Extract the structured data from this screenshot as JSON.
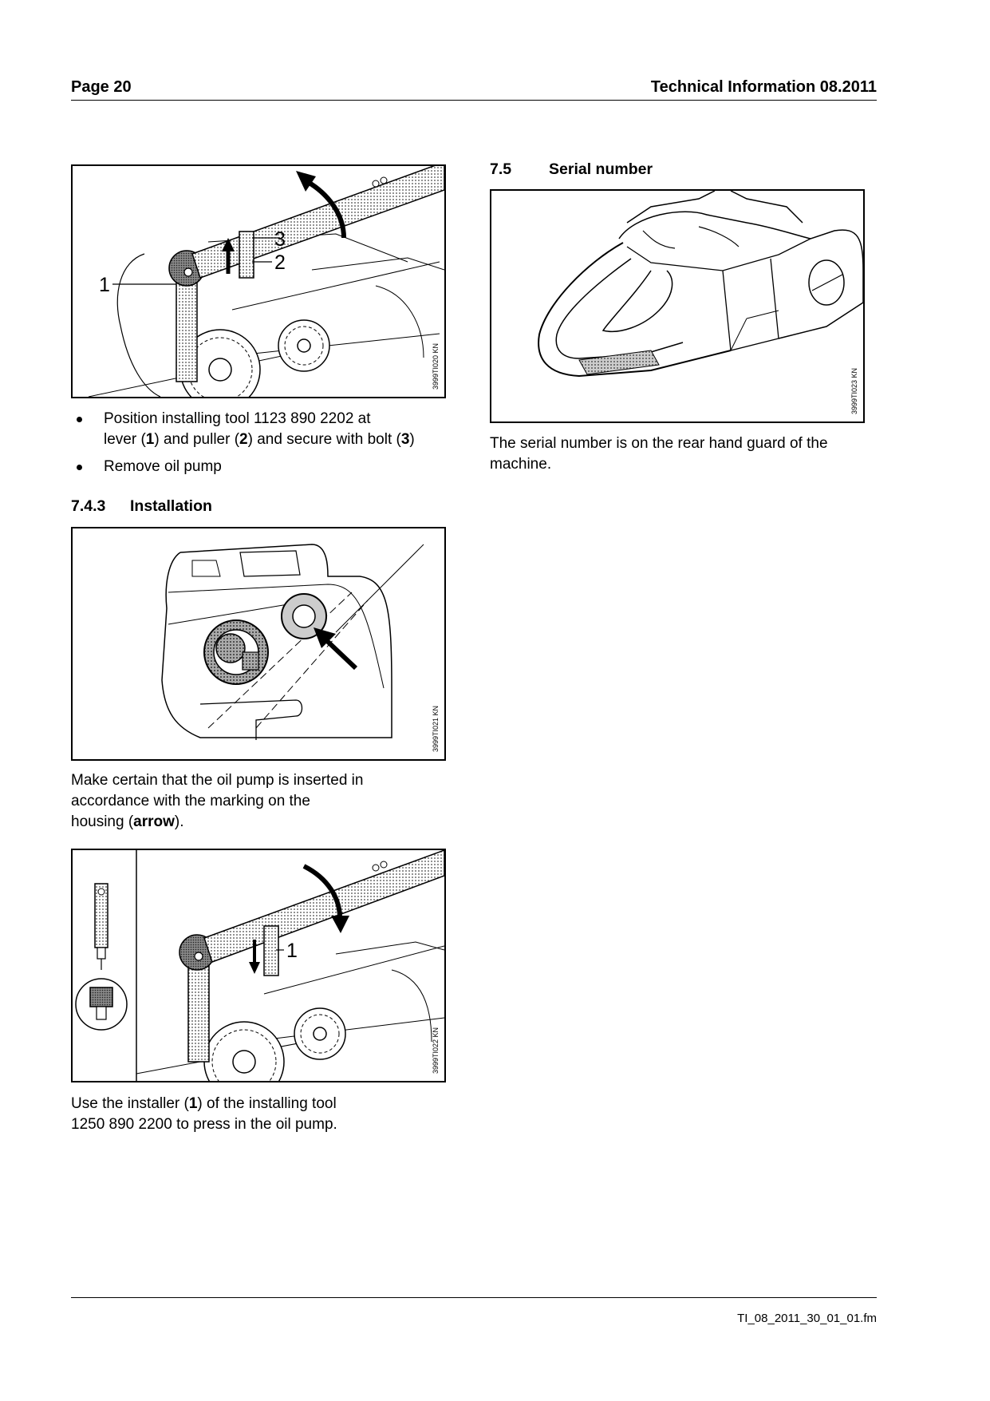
{
  "header": {
    "page": "Page 20",
    "title": "Technical Information  08.2011"
  },
  "fig1": {
    "code": "3999TI020 KN",
    "callouts": [
      "1",
      "2",
      "3"
    ]
  },
  "bullets": [
    {
      "parts": [
        "Position installing tool 1123 890 2202 at",
        "lever (",
        "1",
        ") and puller (",
        "2",
        ") and secure with bolt (",
        "3",
        ")"
      ]
    },
    {
      "parts": [
        "Remove oil pump"
      ]
    }
  ],
  "section_743": {
    "num": "7.4.3",
    "title": "Installation"
  },
  "fig2": {
    "code": "3999TI021 KN"
  },
  "para2": {
    "line1": "Make certain that the oil pump is inserted in",
    "line2": "accordance with the marking on the",
    "line3a": "housing (",
    "line3b": "arrow",
    "line3c": ")."
  },
  "fig3": {
    "code": "3999TI022 KN",
    "callout": "1"
  },
  "para3": {
    "line1a": "Use the installer (",
    "line1b": "1",
    "line1c": ") of the installing tool",
    "line2": "1250 890 2200 to press in the oil pump."
  },
  "section_75": {
    "num": "7.5",
    "title": "Serial number"
  },
  "fig4": {
    "code": "3999TI023 KN"
  },
  "para4": {
    "line1": "The serial number is on the rear hand guard of the",
    "line2": "machine."
  },
  "footer": {
    "file": "TI_08_2011_30_01_01.fm"
  }
}
